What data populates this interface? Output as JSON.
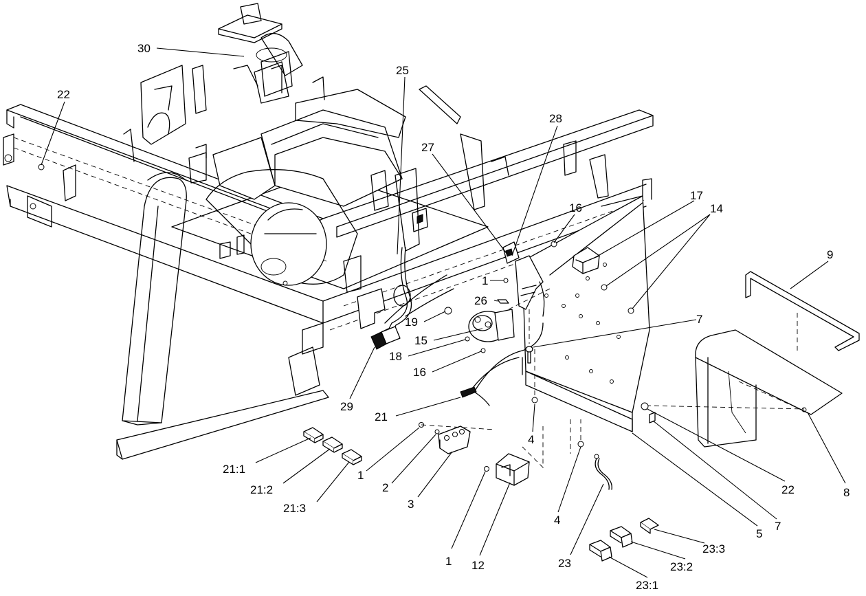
{
  "diagram": {
    "callouts": [
      {
        "id": "c-30",
        "text": "30"
      },
      {
        "id": "c-22a",
        "text": "22"
      },
      {
        "id": "c-25",
        "text": "25"
      },
      {
        "id": "c-28",
        "text": "28"
      },
      {
        "id": "c-27",
        "text": "27"
      },
      {
        "id": "c-16a",
        "text": "16"
      },
      {
        "id": "c-17",
        "text": "17"
      },
      {
        "id": "c-14",
        "text": "14"
      },
      {
        "id": "c-9",
        "text": "9"
      },
      {
        "id": "c-1a",
        "text": "1"
      },
      {
        "id": "c-26",
        "text": "26"
      },
      {
        "id": "c-19",
        "text": "19"
      },
      {
        "id": "c-15",
        "text": "15"
      },
      {
        "id": "c-18",
        "text": "18"
      },
      {
        "id": "c-16b",
        "text": "16"
      },
      {
        "id": "c-7a",
        "text": "7"
      },
      {
        "id": "c-29",
        "text": "29"
      },
      {
        "id": "c-21",
        "text": "21"
      },
      {
        "id": "c-4a",
        "text": "4"
      },
      {
        "id": "c-21-1",
        "text": "21:1"
      },
      {
        "id": "c-21-2",
        "text": "21:2"
      },
      {
        "id": "c-21-3",
        "text": "21:3"
      },
      {
        "id": "c-1b",
        "text": "1"
      },
      {
        "id": "c-2",
        "text": "2"
      },
      {
        "id": "c-3",
        "text": "3"
      },
      {
        "id": "c-4b",
        "text": "4"
      },
      {
        "id": "c-22b",
        "text": "22"
      },
      {
        "id": "c-8",
        "text": "8"
      },
      {
        "id": "c-5",
        "text": "5"
      },
      {
        "id": "c-7b",
        "text": "7"
      },
      {
        "id": "c-1c",
        "text": "1"
      },
      {
        "id": "c-12",
        "text": "12"
      },
      {
        "id": "c-23",
        "text": "23"
      },
      {
        "id": "c-23-3",
        "text": "23:3"
      },
      {
        "id": "c-23-2",
        "text": "23:2"
      },
      {
        "id": "c-23-1",
        "text": "23:1"
      }
    ]
  }
}
